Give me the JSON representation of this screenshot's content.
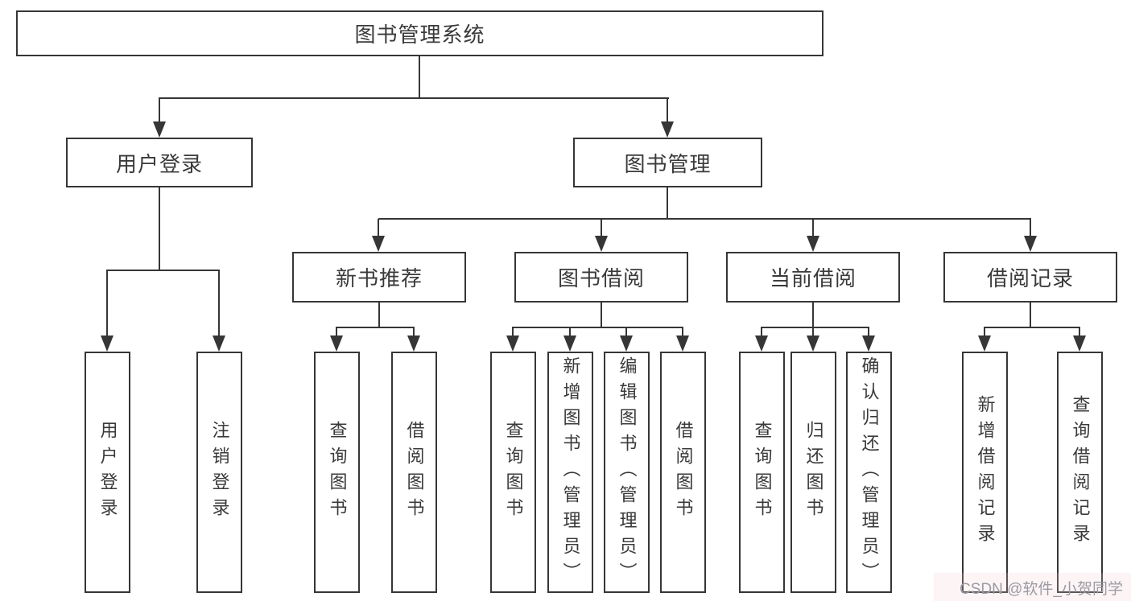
{
  "diagram": {
    "root": {
      "label": "图书管理系统"
    },
    "level2": [
      {
        "label": "用户登录"
      },
      {
        "label": "图书管理"
      }
    ],
    "level3": [
      {
        "label": "新书推荐"
      },
      {
        "label": "图书借阅"
      },
      {
        "label": "当前借阅"
      },
      {
        "label": "借阅记录"
      }
    ],
    "leaves": {
      "user_login": [
        {
          "label": "用户登录"
        },
        {
          "label": "注销登录"
        }
      ],
      "new_book_recommend": [
        {
          "label": "查询图书"
        },
        {
          "label": "借阅图书"
        }
      ],
      "book_borrowing": [
        {
          "label": "查询图书"
        },
        {
          "label": "新增图书（管理员）"
        },
        {
          "label": "编辑图书（管理员）"
        },
        {
          "label": "借阅图书"
        }
      ],
      "current_borrowing": [
        {
          "label": "查询图书"
        },
        {
          "label": "归还图书"
        },
        {
          "label": "确认归还（管理员）"
        }
      ],
      "borrowing_records": [
        {
          "label": "新增借阅记录"
        },
        {
          "label": "查询借阅记录"
        }
      ]
    },
    "watermark": {
      "text": "CSDN @软件_小贺同学"
    },
    "colors": {
      "line": "#363636",
      "text": "#3a3a3a",
      "watermark": "#9b9ba3",
      "background": "#ffffff"
    }
  }
}
